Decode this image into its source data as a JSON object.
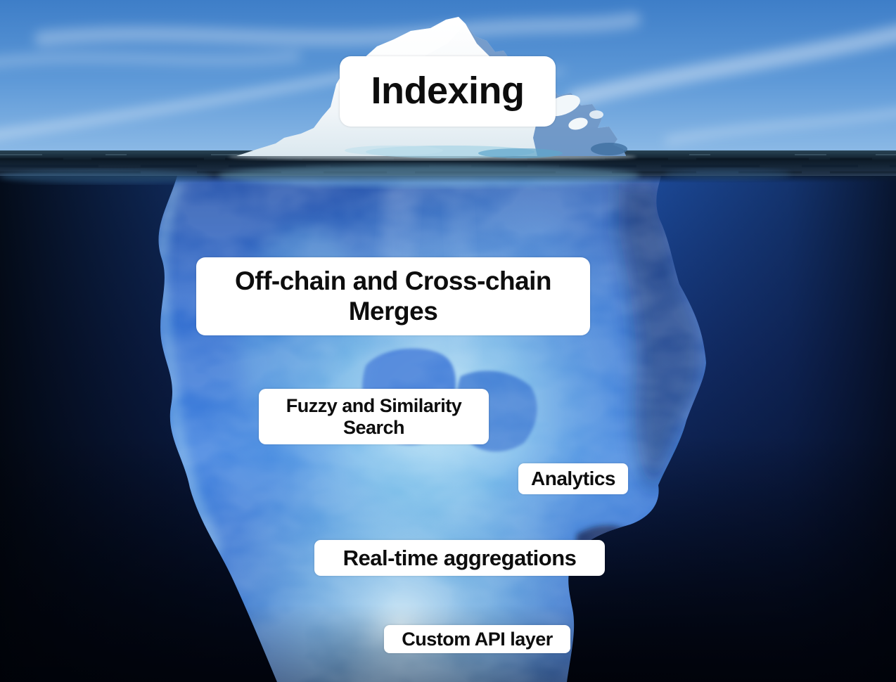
{
  "labels": {
    "tip": "Indexing",
    "layer1": "Off-chain and Cross-chain Merges",
    "layer2": "Fuzzy and Similarity Search",
    "layer3": "Analytics",
    "layer4": "Real-time aggregations",
    "layer5": "Custom API layer"
  },
  "colors": {
    "label_background": "#ffffff",
    "label_text": "#0d0d0d",
    "sky_blue": "#4a8ad0",
    "water_surface_dark": "#0d1b28",
    "deep_water_blue": "#16377e",
    "deep_water_black": "#03060f",
    "iceberg_above_white": "#f5f9fb",
    "iceberg_shadow_blue": "#4a7cba",
    "iceberg_underwater_blue": "#2e73d8",
    "iceberg_glow_cyan": "#d6f4fa"
  }
}
